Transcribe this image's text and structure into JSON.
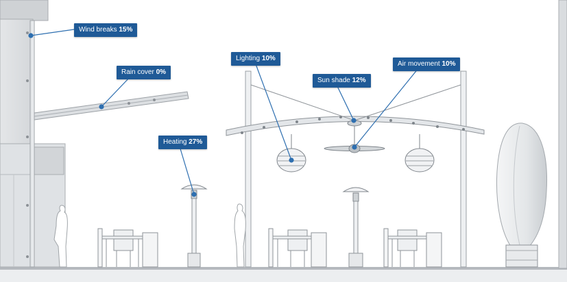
{
  "callouts": [
    {
      "id": "wind",
      "label": "Wind breaks",
      "pct": "15%"
    },
    {
      "id": "rain",
      "label": "Rain cover",
      "pct": "0%"
    },
    {
      "id": "lighting",
      "label": "Lighting",
      "pct": "10%"
    },
    {
      "id": "sun",
      "label": "Sun shade",
      "pct": "12%"
    },
    {
      "id": "air",
      "label": "Air movement",
      "pct": "10%"
    },
    {
      "id": "heat",
      "label": "Heating",
      "pct": "27%"
    }
  ],
  "colors": {
    "callout": "#1f5a97",
    "leader": "#2e6fb0",
    "structure": "#9a9fa4",
    "ground": "#b5b9be"
  }
}
